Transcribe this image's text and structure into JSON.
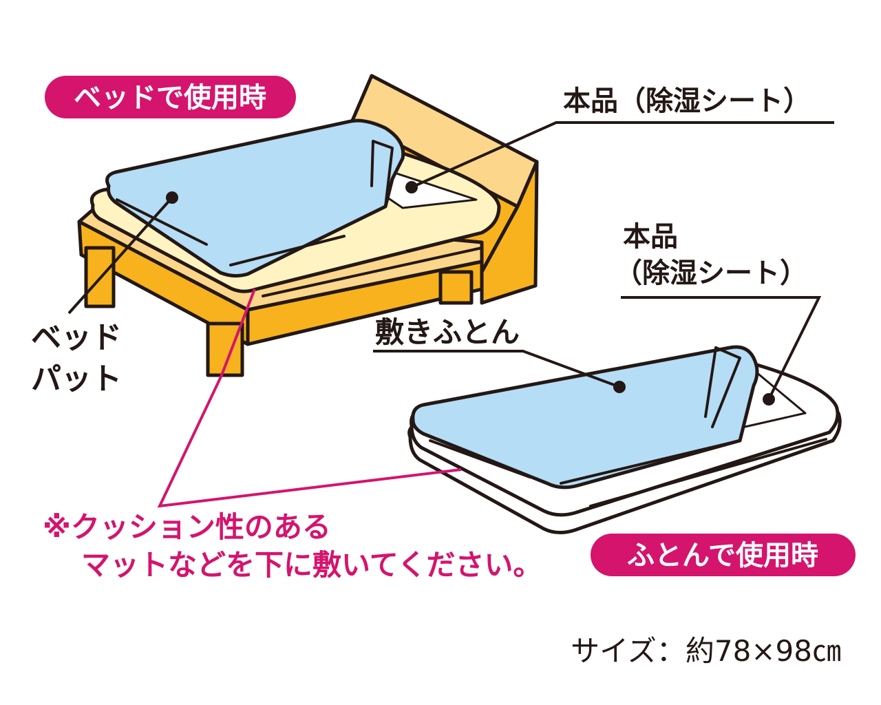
{
  "badges": {
    "bed_use": "ベッドで使用時",
    "futon_use": "ふとんで使用時"
  },
  "labels": {
    "product_bed": "本品（除湿シート）",
    "product_futon_line1": "本品",
    "product_futon_line2": "（除湿シート）",
    "bed_pad_line1": "ベッド",
    "bed_pad_line2": "パット",
    "shiki_futon": "敷きふとん"
  },
  "note": {
    "line1": "※クッション性のある",
    "line2": "マットなどを下に敷いてください。"
  },
  "size": "サイズ：約78×98㎝",
  "colors": {
    "accent_magenta": "#d4146d",
    "bed_frame_orange": "#f7b21d",
    "bed_frame_light": "#fcd68a",
    "pad_cream": "#fff3c2",
    "sheet_blue": "#b5ddf5",
    "outline": "#231815"
  }
}
